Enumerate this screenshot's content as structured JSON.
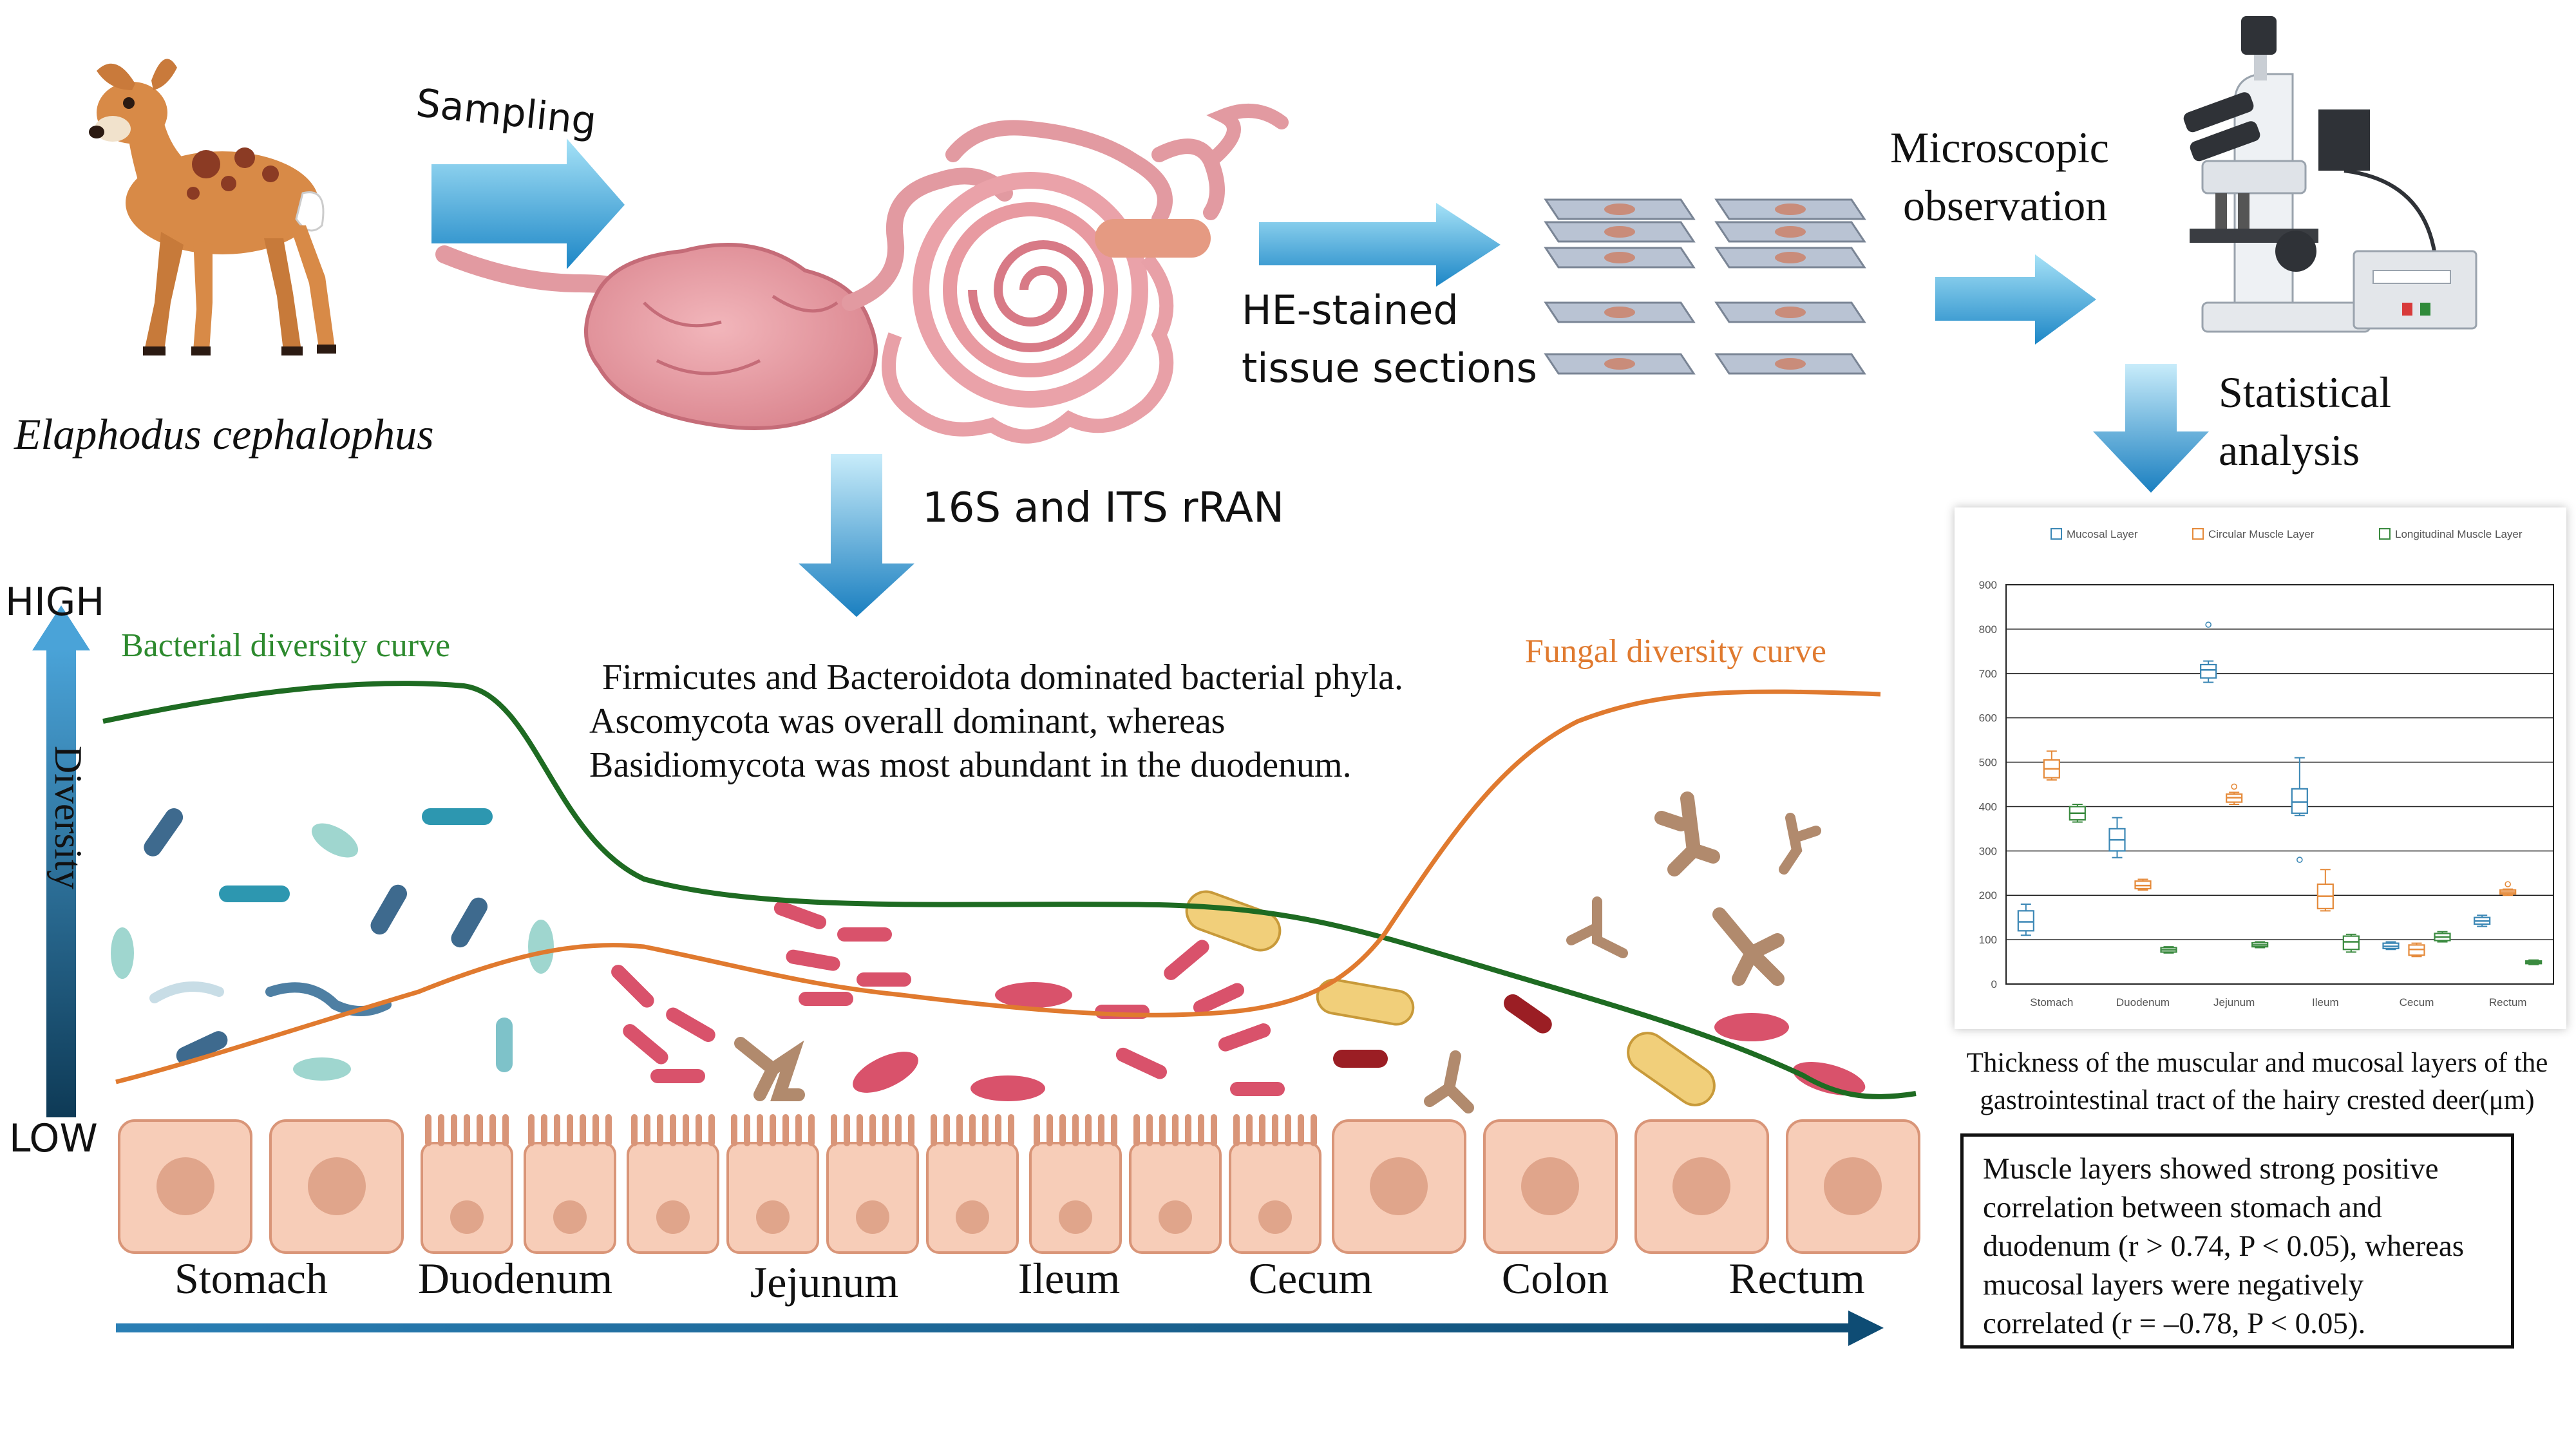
{
  "header": {
    "species": "Elaphodus cephalophus",
    "sampling": "Sampling",
    "he_line1": "HE-stained",
    "he_line2": "tissue sections",
    "micro_line1": "Microscopic",
    "micro_line2": "observation",
    "stat_line1": "Statistical",
    "stat_line2": "analysis",
    "seq": "16S and ITS rRAN"
  },
  "diversity": {
    "high": "HIGH",
    "low": "LOW",
    "axis": "Diversity",
    "bacterial_label": "Bacterial diversity curve",
    "fungal_label": "Fungal diversity curve",
    "bacterial_color": "#1e6b22",
    "fungal_color": "#e07a2f"
  },
  "findings": [
    "Firmicutes and Bacteroidota dominated bacterial phyla.",
    "Ascomycota was overall dominant, whereas",
    "Basidiomycota was most abundant in the duodenum."
  ],
  "segments": [
    "Stomach",
    "Duodenum",
    "Jejunum",
    "Ileum",
    "Cecum",
    "Colon",
    "Rectum"
  ],
  "chart_data": {
    "type": "box",
    "legend": [
      "Mucosal Layer",
      "Circular Muscle Layer",
      "Longitudinal Muscle Layer"
    ],
    "legend_placement": "top",
    "categories": [
      "Stomach",
      "Duodenum",
      "Jejunum",
      "Ileum",
      "Cecum",
      "Rectum"
    ],
    "ylim": [
      0,
      900
    ],
    "yticks": [
      0,
      100,
      200,
      300,
      400,
      500,
      600,
      700,
      800,
      900
    ],
    "grid": true,
    "colors": [
      "#3b87b5",
      "#e58a3a",
      "#3a8a3f"
    ],
    "series": [
      {
        "name": "Mucosal Layer",
        "boxes": [
          {
            "min": 110,
            "q1": 120,
            "median": 140,
            "q3": 165,
            "max": 180
          },
          {
            "min": 285,
            "q1": 300,
            "median": 325,
            "q3": 350,
            "max": 375
          },
          {
            "min": 680,
            "q1": 690,
            "median": 708,
            "q3": 720,
            "max": 728,
            "outliers": [
              810
            ]
          },
          {
            "min": 380,
            "q1": 385,
            "median": 410,
            "q3": 440,
            "max": 510,
            "outliers": [
              280
            ]
          },
          {
            "min": 78,
            "q1": 80,
            "median": 85,
            "q3": 92,
            "max": 95
          },
          {
            "min": 130,
            "q1": 135,
            "median": 142,
            "q3": 150,
            "max": 155
          }
        ]
      },
      {
        "name": "Circular Muscle Layer",
        "boxes": [
          {
            "min": 460,
            "q1": 465,
            "median": 485,
            "q3": 505,
            "max": 525
          },
          {
            "min": 212,
            "q1": 215,
            "median": 222,
            "q3": 232,
            "max": 236
          },
          {
            "min": 405,
            "q1": 410,
            "median": 420,
            "q3": 428,
            "max": 432,
            "outliers": [
              445
            ]
          },
          {
            "min": 165,
            "q1": 170,
            "median": 198,
            "q3": 225,
            "max": 258
          },
          {
            "min": 62,
            "q1": 65,
            "median": 78,
            "q3": 88,
            "max": 92
          },
          {
            "min": 200,
            "q1": 203,
            "median": 207,
            "q3": 212,
            "max": 214,
            "outliers": [
              225
            ]
          }
        ]
      },
      {
        "name": "Longitudinal Muscle Layer",
        "boxes": [
          {
            "min": 365,
            "q1": 370,
            "median": 385,
            "q3": 400,
            "max": 405
          },
          {
            "min": 70,
            "q1": 72,
            "median": 77,
            "q3": 82,
            "max": 84
          },
          {
            "min": 82,
            "q1": 84,
            "median": 88,
            "q3": 93,
            "max": 95
          },
          {
            "min": 72,
            "q1": 78,
            "median": 95,
            "q3": 108,
            "max": 112
          },
          {
            "min": 95,
            "q1": 98,
            "median": 106,
            "q3": 114,
            "max": 118
          },
          {
            "min": 44,
            "q1": 46,
            "median": 49,
            "q3": 52,
            "max": 54
          }
        ]
      }
    ]
  },
  "chart_caption": [
    "Thickness of the muscular and mucosal layers of the",
    "gastrointestinal tract of the hairy crested deer(μm)"
  ],
  "correlation": [
    "Muscle layers showed strong positive",
    "correlation between stomach and",
    "duodenum (r > 0.74, P < 0.05), whereas",
    "mucosal layers were negatively",
    "correlated (r = –0.78, P < 0.05)."
  ],
  "colors": {
    "arrow_light": "#8fd6f2",
    "arrow_dark": "#1e87c6",
    "epithelium": "#f7cdb8",
    "epithelium_border": "#d99578",
    "intestine": "#e8959d",
    "diversity_axis_top": "#4aa3d8",
    "diversity_axis_bottom": "#0e3a56"
  }
}
